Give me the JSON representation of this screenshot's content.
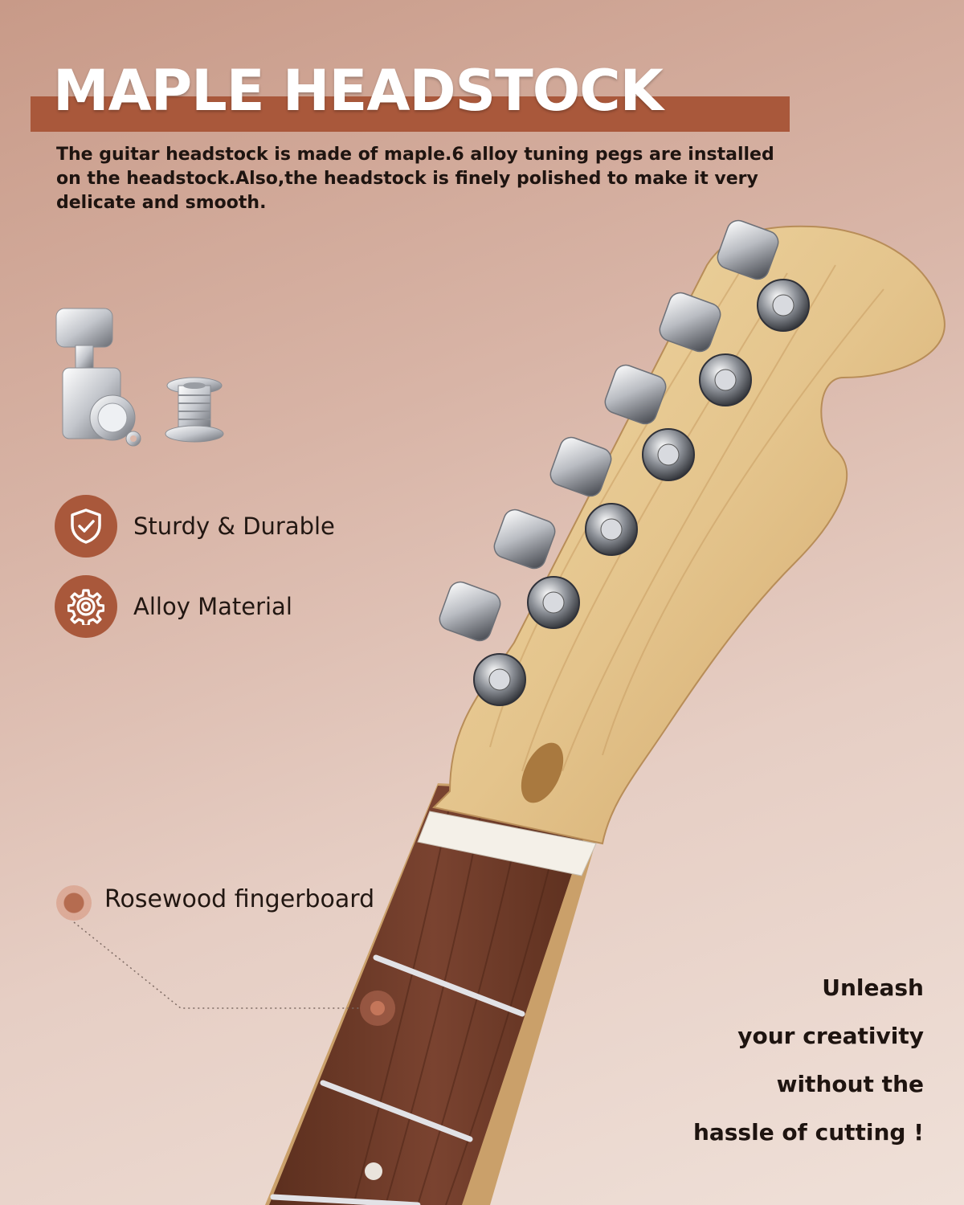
{
  "header": {
    "title": "MAPLE HEADSTOCK",
    "description": "The guitar headstock is made of maple.6 alloy tuning pegs are installed on the headstock.Also,the headstock is finely polished to make it very delicate and smooth."
  },
  "parts_image": {
    "icons": [
      "tuning-peg-icon",
      "bushing-icon"
    ]
  },
  "features": [
    {
      "label": "Sturdy & Durable",
      "icon": "shield-check-icon"
    },
    {
      "label": "Alloy Material",
      "icon": "gear-icon"
    }
  ],
  "callout": {
    "label": "Rosewood fingerboard"
  },
  "slogan": {
    "line1": "Unleash",
    "line2": "your creativity",
    "line3": "without the",
    "line4": "hassle of cutting !"
  },
  "colors": {
    "accent": "#a9583b",
    "background": "#d8b4a6",
    "maple": "#e3c48c",
    "rosewood": "#6e3a25",
    "text": "#1e1410"
  }
}
